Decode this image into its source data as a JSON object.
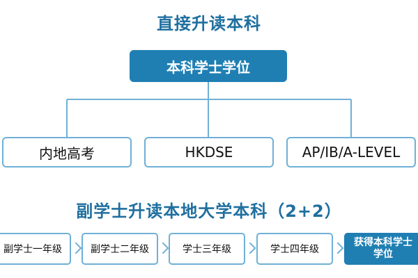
{
  "section1": {
    "title": "直接升读本科",
    "top_box": "本科学士学位",
    "children": [
      "内地高考",
      "HKDSE",
      "AP/IB/A-LEVEL"
    ]
  },
  "section2": {
    "title": "副学士升读本地大学本科（2+2）",
    "steps": [
      "副学士一年级",
      "副学士二年级",
      "学士三年级",
      "学士四年级"
    ],
    "final_step_line1": "获得本科学士",
    "final_step_line2": "学位"
  },
  "colors": {
    "accent": "#1f7fb3",
    "title": "#1f6f9f",
    "border": "#6fb0d6"
  }
}
